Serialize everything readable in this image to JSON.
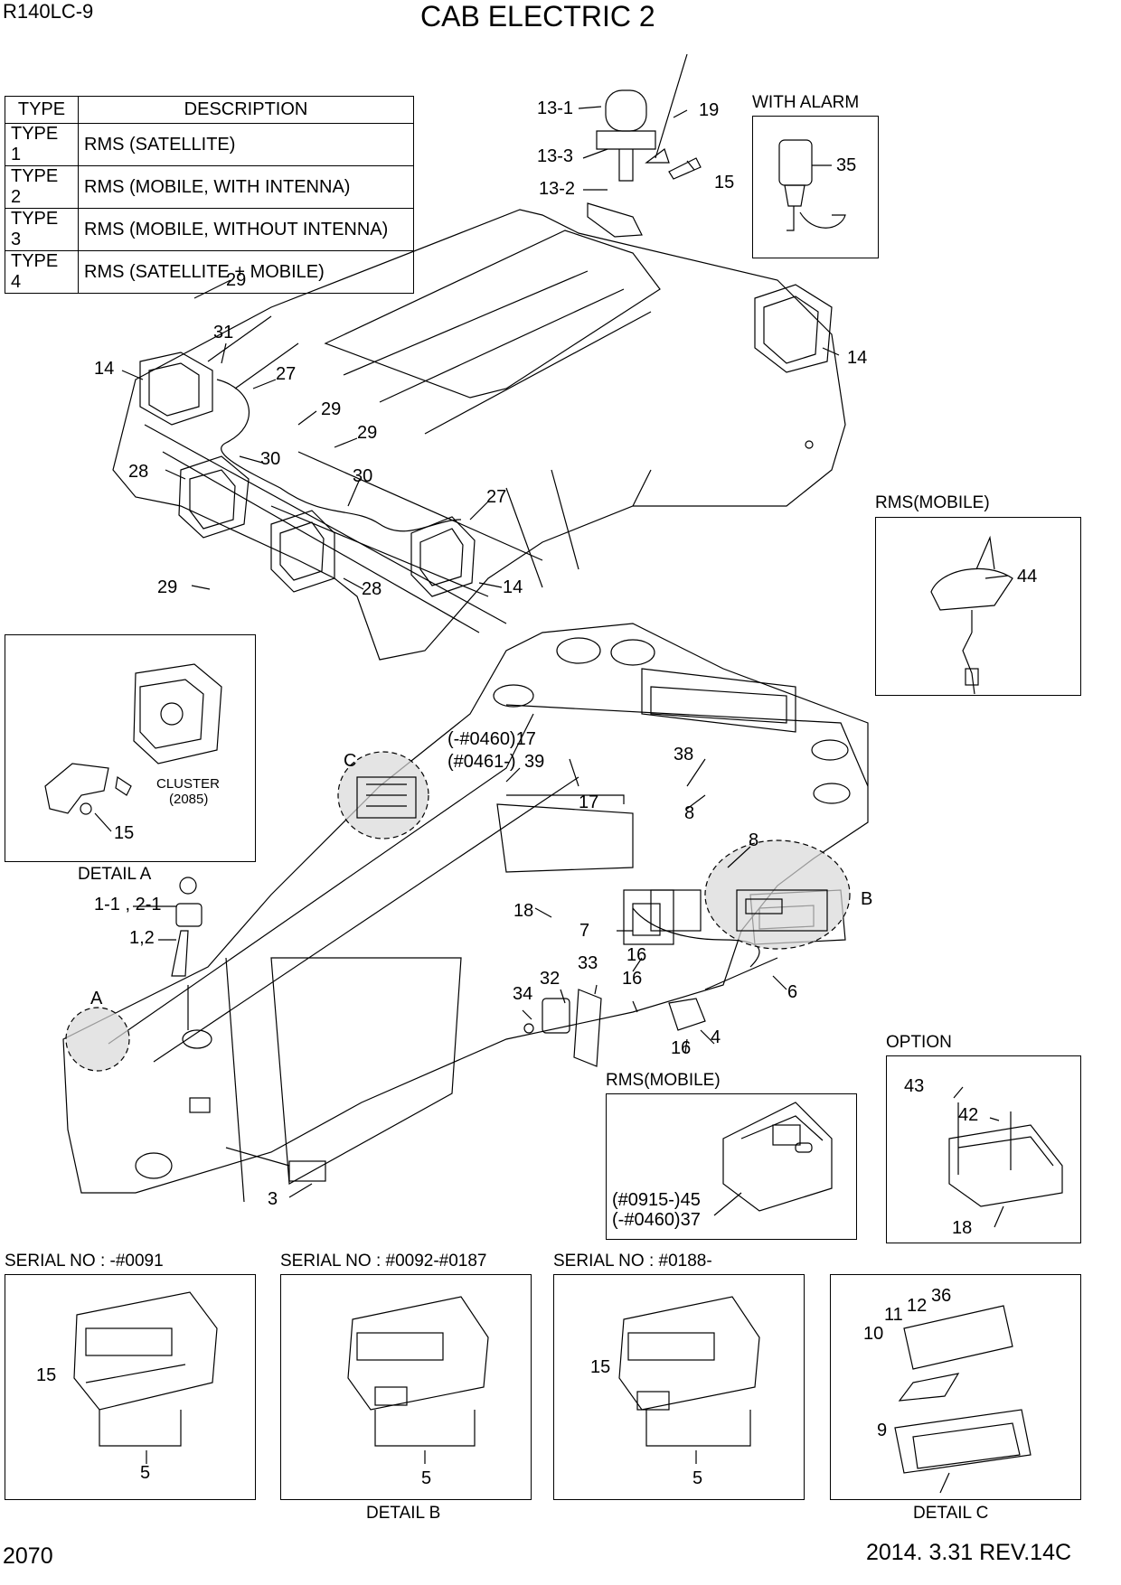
{
  "header": {
    "model": "R140LC-9",
    "title": "CAB ELECTRIC 2"
  },
  "footer": {
    "page": "2070",
    "revision": "2014. 3.31  REV.14C"
  },
  "type_table": {
    "headers": [
      "TYPE",
      "DESCRIPTION"
    ],
    "rows": [
      [
        "TYPE 1",
        "RMS (SATELLITE)"
      ],
      [
        "TYPE 2",
        "RMS (MOBILE, WITH INTENNA)"
      ],
      [
        "TYPE 3",
        "RMS (MOBILE, WITHOUT INTENNA)"
      ],
      [
        "TYPE 4",
        "RMS (SATELLITE + MOBILE)"
      ]
    ]
  },
  "inset_labels": {
    "with_alarm": "WITH ALARM",
    "rms_mobile_antenna": "RMS(MOBILE)",
    "rms_mobile_unit": "RMS(MOBILE)",
    "option": "OPTION",
    "detail_a": "DETAIL A",
    "detail_b": "DETAIL B",
    "detail_c": "DETAIL C",
    "serial_1": "SERIAL NO : -#0091",
    "serial_2": "SERIAL NO : #0092-#0187",
    "serial_3": "SERIAL NO : #0188-",
    "cluster": "CLUSTER",
    "cluster_num": "(2085)"
  },
  "detail_markers": {
    "a": "A",
    "b": "B",
    "c": "C"
  },
  "callouts": {
    "c13_1": "13-1",
    "c19": "19",
    "c13_3": "13-3",
    "c15_top": "15",
    "c13_2": "13-2",
    "c35": "35",
    "c29_a": "29",
    "c31": "31",
    "c14_left": "14",
    "c27_a": "27",
    "c29_b": "29",
    "c29_c": "29",
    "c30_a": "30",
    "c28_a": "28",
    "c30_b": "30",
    "c27_b": "27",
    "c29_d": "29",
    "c28_b": "28",
    "c14_mid": "14",
    "c14_right": "14",
    "c44": "44",
    "c15_detail_a": "15",
    "c17_serial_a": "(-#0460)17",
    "c39_serial": "(#0461-)",
    "c39": "39",
    "c38": "38",
    "c17_b": "17",
    "c8_a": "8",
    "c8_b": "8",
    "c18_main": "18",
    "c7": "7",
    "c16_a": "16",
    "c6": "6",
    "c1_1": "1-1 , 2-1",
    "c1_2": "1,2",
    "c32": "32",
    "c33": "33",
    "c34": "34",
    "c16_b": "16",
    "c4": "4",
    "c16_c": "16",
    "c3": "3",
    "c43": "43",
    "c42": "42",
    "c18_opt": "18",
    "c45": "(#0915-)45",
    "c37": "(-#0460)37",
    "c15_b1": "15",
    "c5_b1": "5",
    "c5_b2": "5",
    "c15_b3": "15",
    "c5_b3": "5",
    "c36": "36",
    "c12": "12",
    "c11": "11",
    "c10": "10",
    "c9": "9"
  }
}
